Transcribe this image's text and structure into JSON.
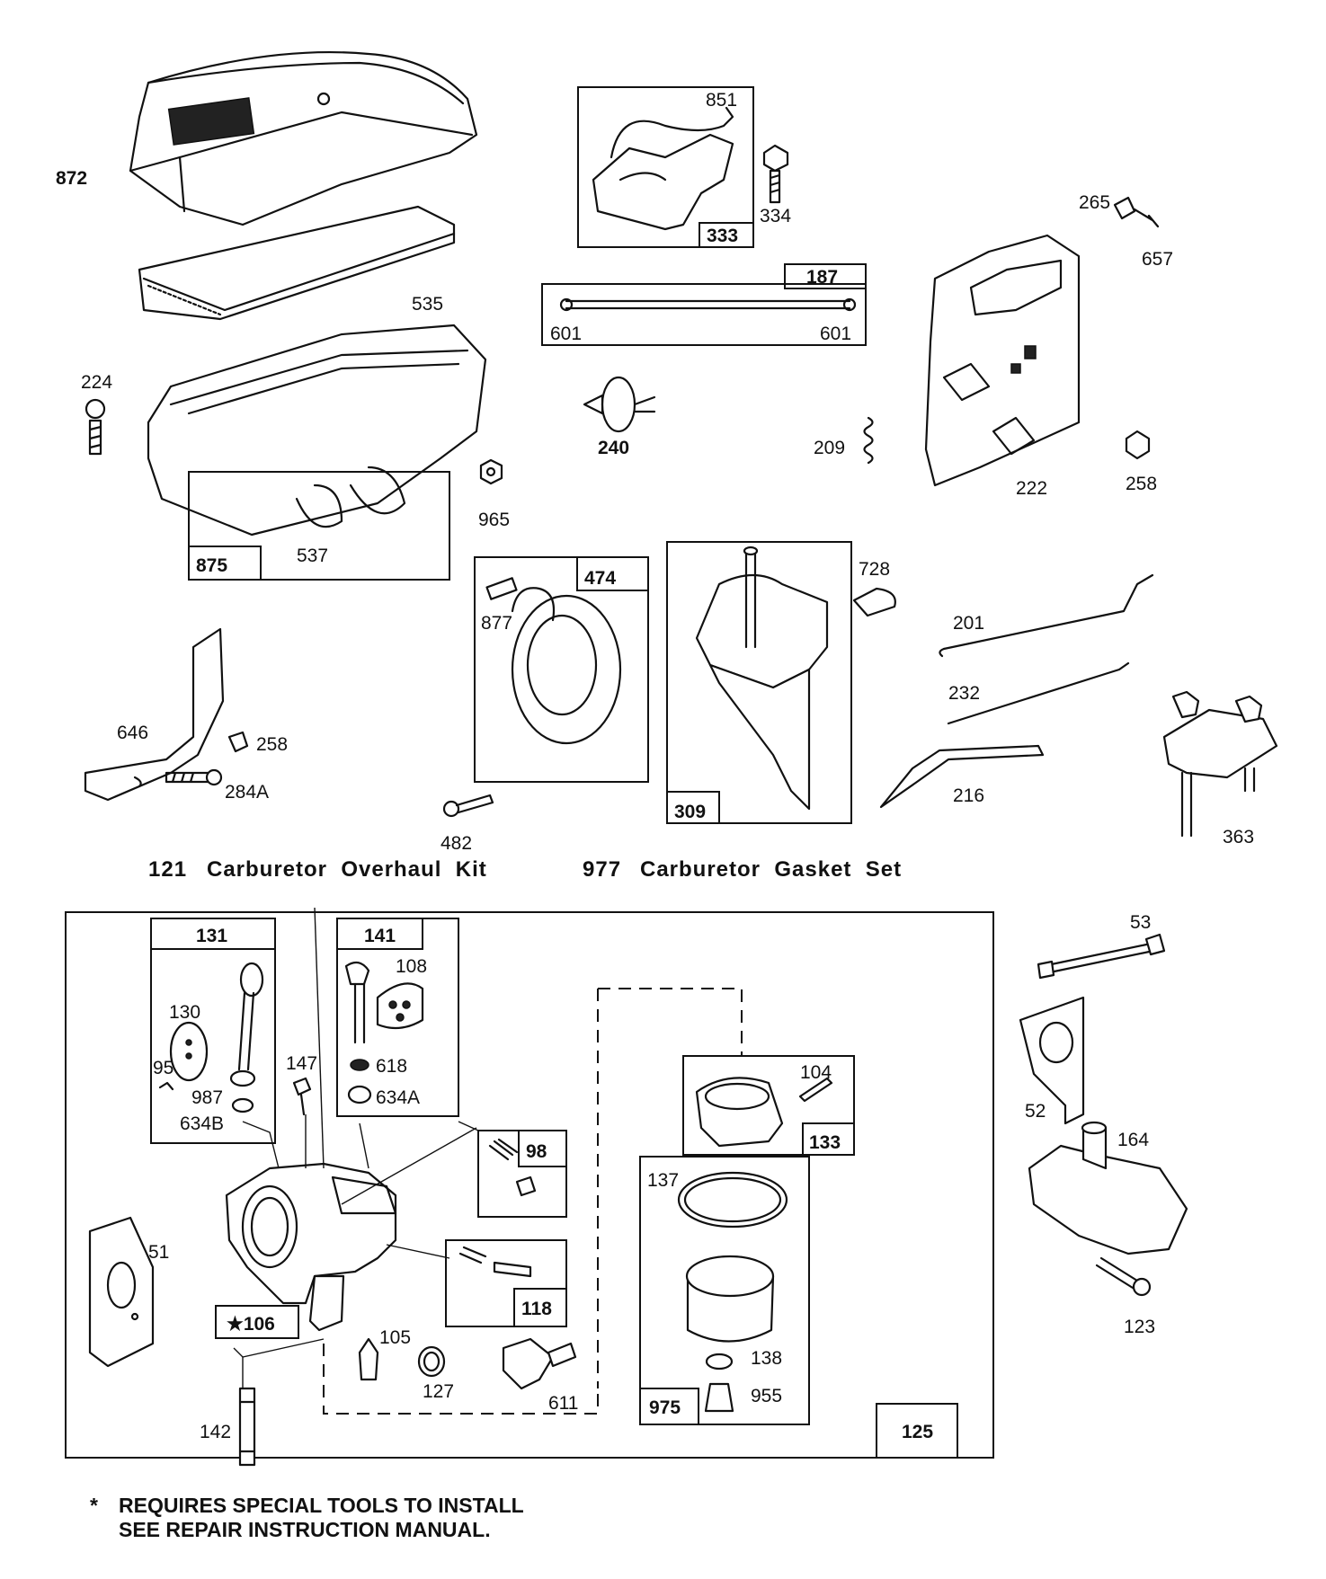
{
  "parts": {
    "p872": "872",
    "p535": "535",
    "p224": "224",
    "p875": "875",
    "p537": "537",
    "p965": "965",
    "p851": "851",
    "p334": "334",
    "p333": "333",
    "p187": "187",
    "p601a": "601",
    "p601b": "601",
    "p240": "240",
    "p265": "265",
    "p657": "657",
    "p209": "209",
    "p222": "222",
    "p258a": "258",
    "p474": "474",
    "p877": "877",
    "p728": "728",
    "p309": "309",
    "p201": "201",
    "p232": "232",
    "p216": "216",
    "p363": "363",
    "p646": "646",
    "p258b": "258",
    "p284A": "284A",
    "p482": "482",
    "p131": "131",
    "p130": "130",
    "p95": "95",
    "p987": "987",
    "p634B": "634B",
    "p141": "141",
    "p108": "108",
    "p618": "618",
    "p634A": "634A",
    "p147": "147",
    "p98": "98",
    "p118": "118",
    "p51": "51",
    "p106": "106",
    "p105": "105",
    "p127": "127",
    "p611": "611",
    "p142": "142",
    "p104": "104",
    "p133": "133",
    "p137": "137",
    "p138": "138",
    "p955": "955",
    "p975": "975",
    "p125": "125",
    "p53": "53",
    "p52": "52",
    "p164": "164",
    "p123": "123"
  },
  "kits": {
    "k121_num": "121",
    "k121_name": "Carburetor  Overhaul  Kit",
    "k977_num": "977",
    "k977_name": "Carburetor  Gasket  Set"
  },
  "footnote": {
    "star": "*",
    "line1": "REQUIRES SPECIAL TOOLS TO INSTALL",
    "line2": "SEE REPAIR INSTRUCTION MANUAL."
  }
}
